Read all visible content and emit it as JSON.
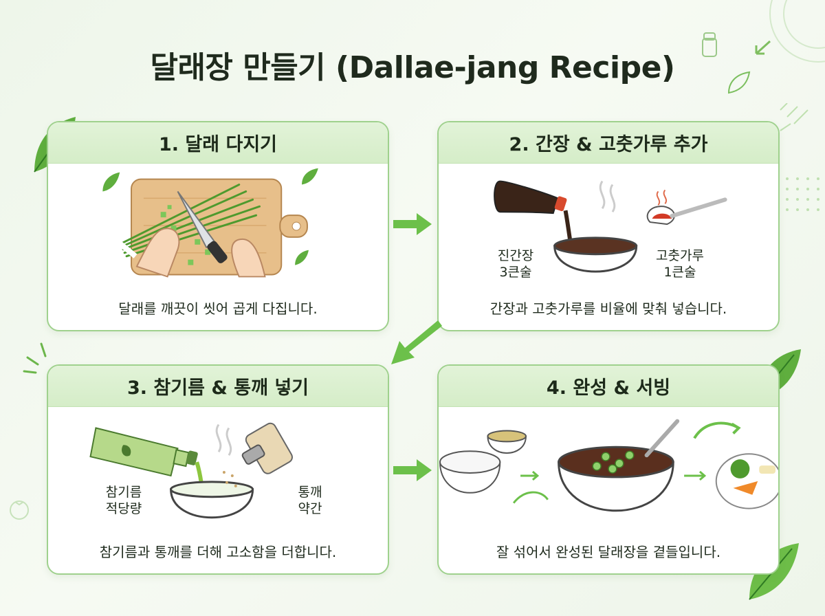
{
  "title": "달래장 만들기 (Dallae-jang Recipe)",
  "steps": [
    {
      "header": "1. 달래 다지기",
      "caption": "달래를 깨끗이 씻어 곱게 다집니다."
    },
    {
      "header": "2. 간장 & 고춧가루 추가",
      "caption": "간장과 고춧가루를 비율에 맞춰 넣습니다.",
      "label_left_1": "진간장",
      "label_left_2": "3큰술",
      "label_right_1": "고춧가루",
      "label_right_2": "1큰술"
    },
    {
      "header": "3. 참기름 & 통깨 넣기",
      "caption": "참기름과 통깨를 더해 고소함을 더합니다.",
      "label_left_1": "참기름",
      "label_left_2": "적당량",
      "label_right_1": "통깨",
      "label_right_2": "약간"
    },
    {
      "header": "4. 완성 & 서빙",
      "caption": "잘 섞어서 완성된 달래장을 곁들입니다."
    }
  ],
  "colors": {
    "accent": "#6cc04a",
    "card_border": "#9fd18d",
    "header_bg": "#d9efcd"
  },
  "icons": [
    "cutting-board-icon",
    "knife-icon",
    "chive-icon",
    "soy-sauce-bottle-icon",
    "chili-spoon-icon",
    "bowl-icon",
    "sesame-oil-bottle-icon",
    "sesame-shaker-icon",
    "rice-bowl-icon",
    "side-dish-icon",
    "leaf-icon",
    "arrow-icon"
  ]
}
